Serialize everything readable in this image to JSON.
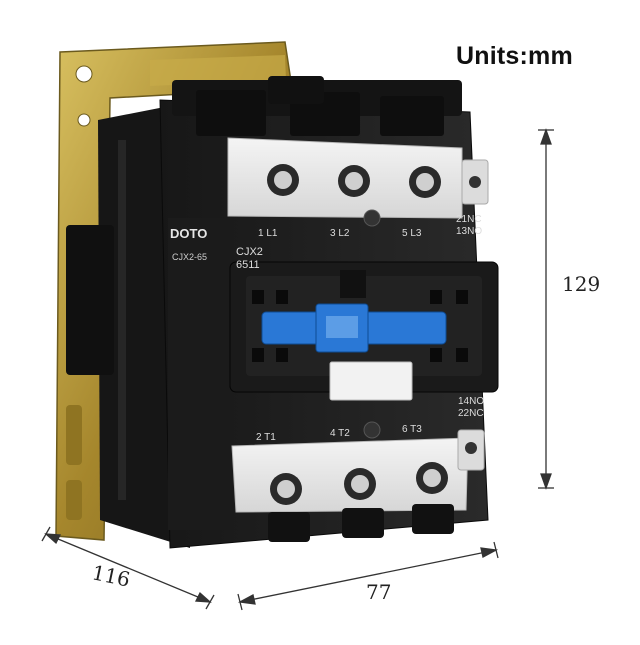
{
  "units_label": "Units:mm",
  "dimensions": {
    "height": "129",
    "width": "77",
    "depth": "116"
  },
  "brand": "DOTO",
  "model": [
    "CJX2",
    "6511"
  ],
  "side_model": "CJX2-65",
  "terminals_top": [
    "1 L1",
    "3 L2",
    "5 L3"
  ],
  "terminals_bottom": [
    "2 T1",
    "4 T2",
    "6 T3"
  ],
  "aux_top": [
    "21NC",
    "13NO"
  ],
  "aux_bottom": [
    "14NO",
    "22NC"
  ],
  "colors": {
    "body": "#1f1f1f",
    "terminal_block": "#e8e8e8",
    "slider": "#2a78d6",
    "bracket": "#b89a3a"
  }
}
